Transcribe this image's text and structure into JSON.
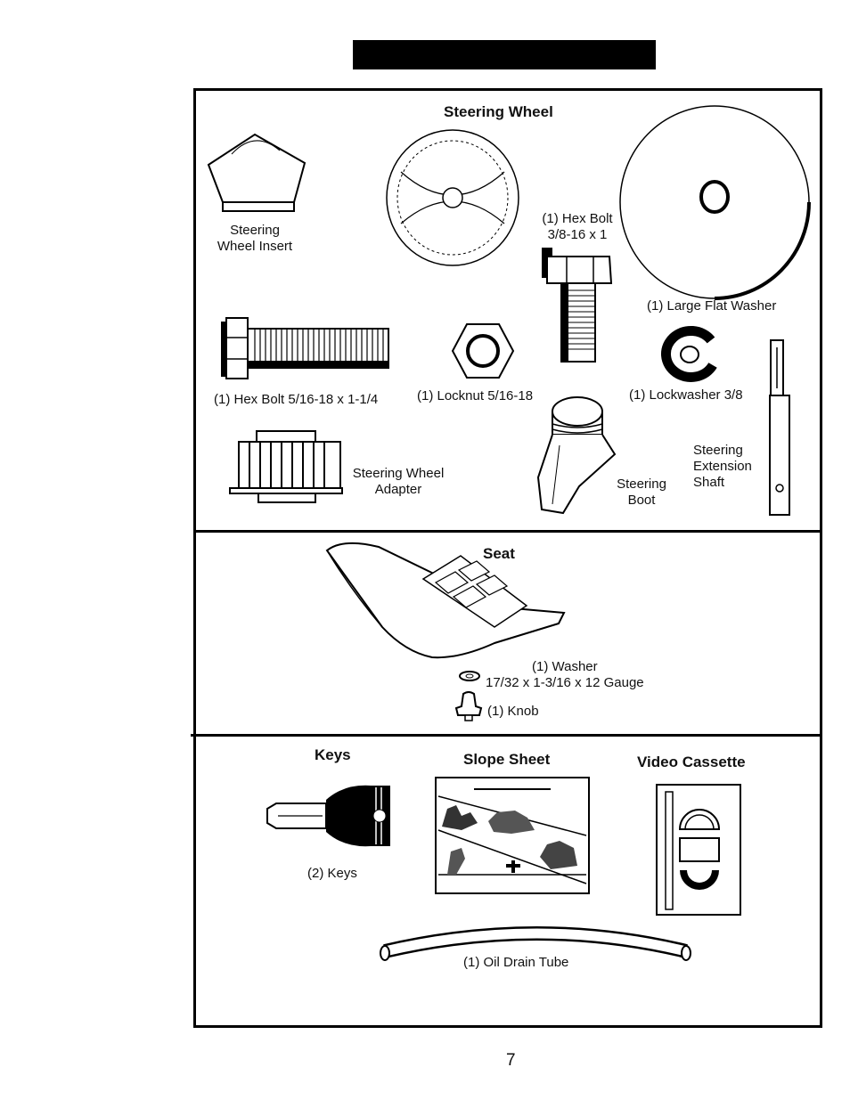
{
  "page": {
    "page_number": "7"
  },
  "steering": {
    "title": "Steering Wheel",
    "insert_label_1": "Steering",
    "insert_label_2": "Wheel Insert",
    "hexbolt_large_1": "(1) Hex Bolt",
    "hexbolt_large_2": "3/8-16 x 1",
    "large_washer": "(1) Large Flat Washer",
    "hexbolt_small": "(1) Hex Bolt  5/16-18 x 1-1/4",
    "locknut": "(1) Locknut  5/16-18",
    "lockwasher": "(1) Lockwasher  3/8",
    "adapter_1": "Steering Wheel",
    "adapter_2": "Adapter",
    "boot_1": "Steering",
    "boot_2": "Boot",
    "shaft_1": "Steering",
    "shaft_2": "Extension",
    "shaft_3": "Shaft"
  },
  "seat": {
    "title": "Seat",
    "washer_1": "(1) Washer",
    "washer_2": "17/32 x 1-3/16 x 12 Gauge",
    "knob": "(1) Knob"
  },
  "misc": {
    "keys_title": "Keys",
    "keys_label": "(2) Keys",
    "slope_title": "Slope Sheet",
    "video_title": "Video Cassette",
    "tube_label": "(1) Oil Drain Tube"
  }
}
